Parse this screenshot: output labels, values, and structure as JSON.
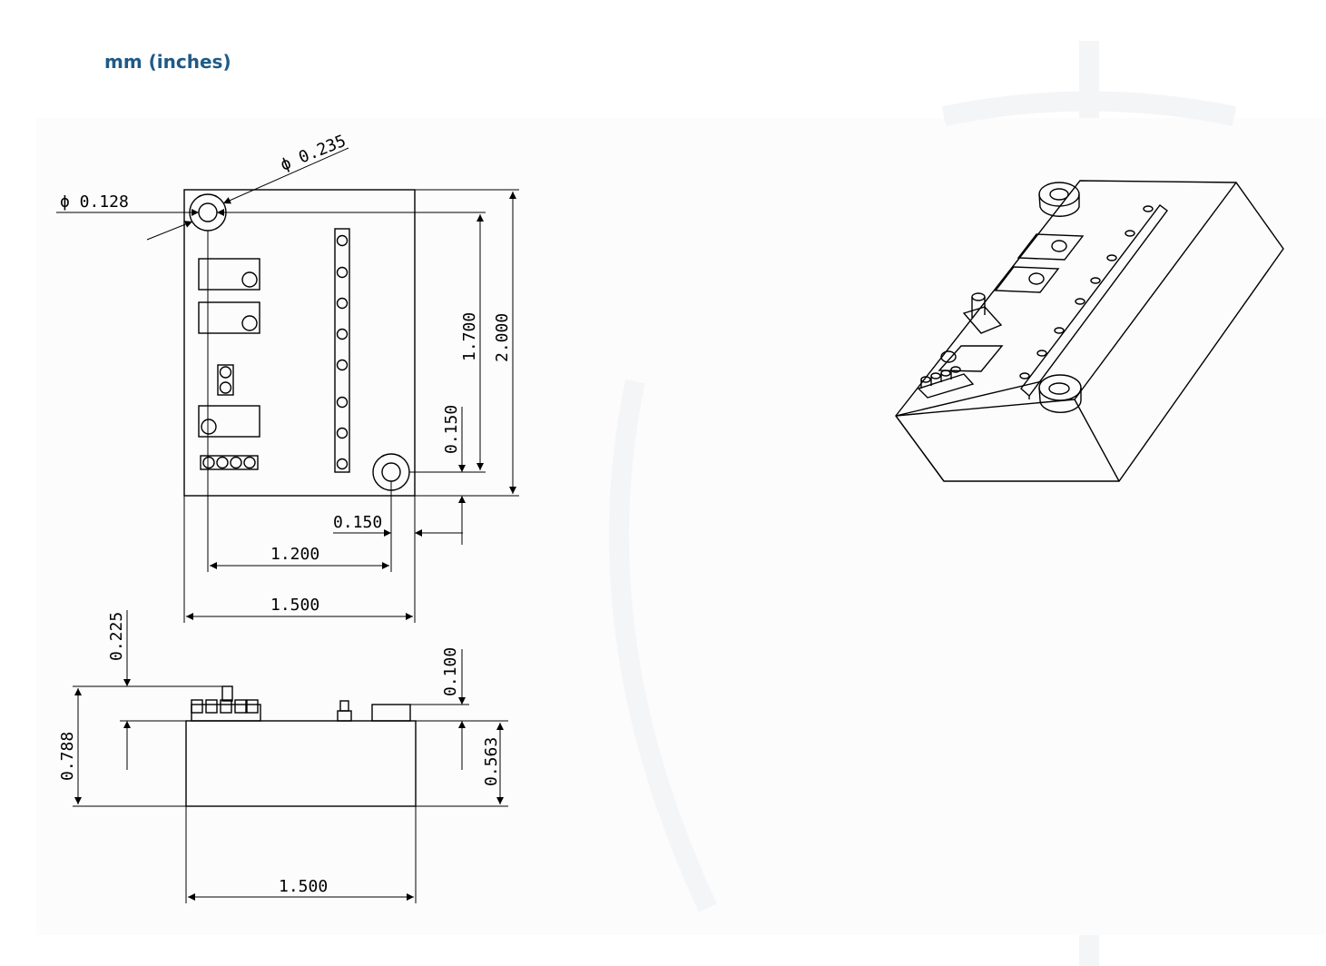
{
  "units_label": "mm (inches)",
  "top_view": {
    "dims": {
      "dia_mount": "ϕ 0.235",
      "dia_hole": "ϕ 0.128",
      "height_outer": "2.000",
      "hole_spacing_v": "1.700",
      "hole_offset_v": "0.150",
      "hole_offset_h": "0.150",
      "hole_spacing_h": "1.200",
      "width": "1.500"
    }
  },
  "side_view": {
    "dims": {
      "pin_height": "0.225",
      "total_height": "0.788",
      "connector_height": "0.100",
      "body_height": "0.563",
      "width": "1.500"
    }
  },
  "colors": {
    "units": "#1f5a86",
    "line": "#000000",
    "watermark": "#f4f5f7"
  }
}
